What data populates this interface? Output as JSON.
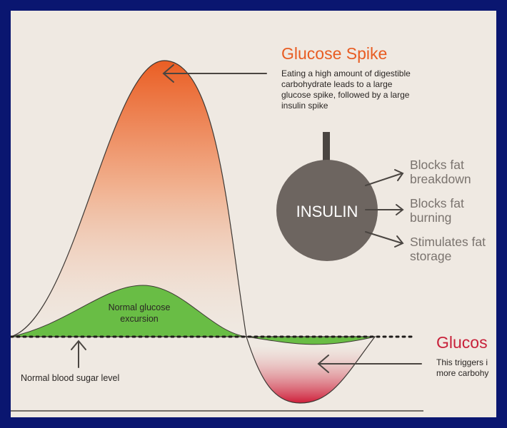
{
  "spike": {
    "title": "Glucose Spike",
    "desc": [
      "Eating a high amount of digestible",
      "carbohydrate leads to a large",
      "glucose spike, followed by a large",
      "insulin spike"
    ]
  },
  "insulin": {
    "label": "INSULIN",
    "effects": [
      [
        "Blocks fat",
        "breakdown"
      ],
      [
        "Blocks fat",
        "burning"
      ],
      [
        "Stimulates fat",
        "storage"
      ]
    ]
  },
  "normal": {
    "excursion": [
      "Normal glucose",
      "excursion"
    ],
    "baseline_label": "Normal blood sugar level"
  },
  "crash": {
    "title": "Glucos",
    "desc": [
      "This triggers i",
      "more carbohy"
    ]
  },
  "colors": {
    "spike_top": "#ea5e24",
    "crash_red": "#cf1f3a",
    "normal_green": "#69bd45",
    "insulin_circle": "#6d6560",
    "arrow_gray": "#4a4541",
    "effect_text": "#7a736e"
  }
}
